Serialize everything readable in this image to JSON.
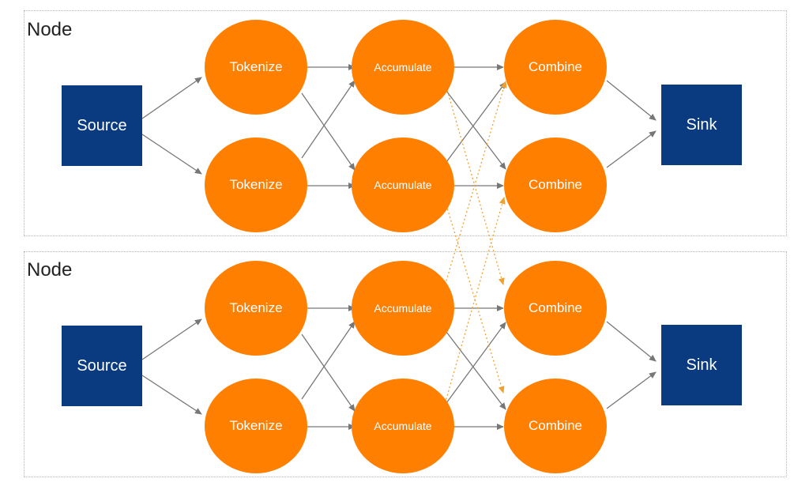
{
  "node_label": "Node",
  "labels": {
    "source": "Source",
    "tokenize": "Tokenize",
    "accumulate": "Accumulate",
    "combine": "Combine",
    "sink": "Sink"
  },
  "colors": {
    "process": "#ff7f00",
    "io": "#0a3a80",
    "edge": "#777777",
    "cross_edge": "#f0a030"
  }
}
